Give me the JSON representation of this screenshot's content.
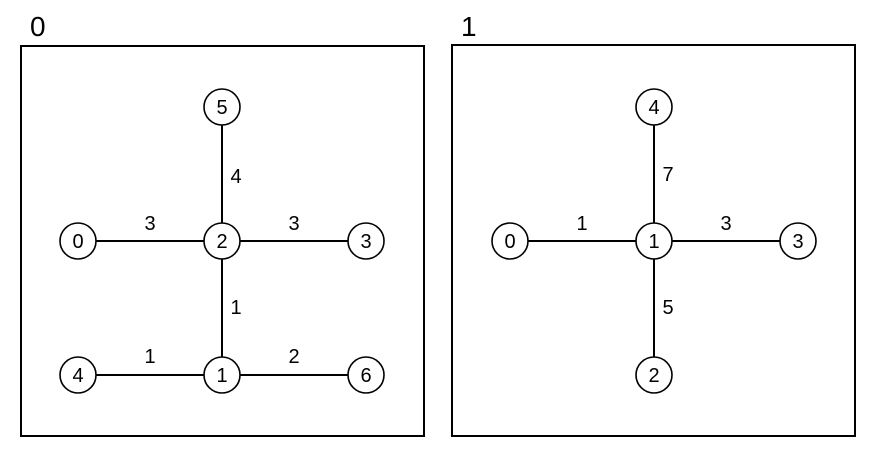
{
  "panels": [
    {
      "title": "0",
      "nodes": [
        {
          "id": "0",
          "label": "0"
        },
        {
          "id": "1",
          "label": "1"
        },
        {
          "id": "2",
          "label": "2"
        },
        {
          "id": "3",
          "label": "3"
        },
        {
          "id": "4",
          "label": "4"
        },
        {
          "id": "5",
          "label": "5"
        },
        {
          "id": "6",
          "label": "6"
        }
      ],
      "edges": [
        {
          "from": "0",
          "to": "2",
          "weight": "3"
        },
        {
          "from": "2",
          "to": "3",
          "weight": "3"
        },
        {
          "from": "5",
          "to": "2",
          "weight": "4"
        },
        {
          "from": "2",
          "to": "1",
          "weight": "1"
        },
        {
          "from": "4",
          "to": "1",
          "weight": "1"
        },
        {
          "from": "1",
          "to": "6",
          "weight": "2"
        }
      ]
    },
    {
      "title": "1",
      "nodes": [
        {
          "id": "0",
          "label": "0"
        },
        {
          "id": "1",
          "label": "1"
        },
        {
          "id": "2",
          "label": "2"
        },
        {
          "id": "3",
          "label": "3"
        },
        {
          "id": "4",
          "label": "4"
        }
      ],
      "edges": [
        {
          "from": "0",
          "to": "1",
          "weight": "1"
        },
        {
          "from": "1",
          "to": "3",
          "weight": "3"
        },
        {
          "from": "4",
          "to": "1",
          "weight": "7"
        },
        {
          "from": "1",
          "to": "2",
          "weight": "5"
        }
      ]
    }
  ]
}
